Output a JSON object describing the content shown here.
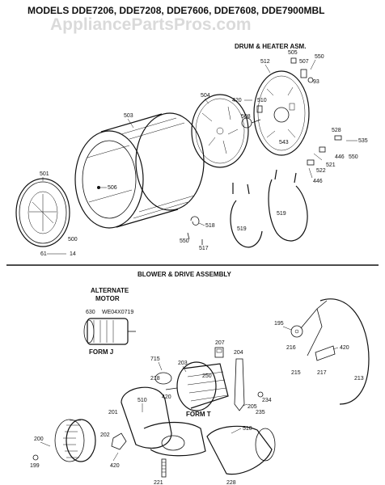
{
  "header": {
    "models_title": "MODELS DDE7206, DDE7208, DDE7606, DDE7608, DDE7900MBL",
    "watermark": "AppliancePartsPros.com",
    "section1_title": "DRUM & HEATER ASM.",
    "section2_title": "BLOWER & DRIVE ASSEMBLY"
  },
  "alt_motor": {
    "title_line1": "ALTERNATE",
    "title_line2": "MOTOR",
    "part_630": "630",
    "part_we": "WE04X0719",
    "form_j": "FORM J"
  },
  "form_t": "FORM T",
  "part_labels": {
    "p505": "505",
    "p507": "507",
    "p550a": "550",
    "p512": "512",
    "p93": "93",
    "p420a": "420",
    "p510a": "510",
    "p503": "503",
    "p504": "504",
    "p508": "508",
    "p543": "543",
    "p528": "528",
    "p535": "535",
    "p446a": "446",
    "p550b": "550",
    "p521": "521",
    "p522": "522",
    "p446b": "446",
    "p501": "501",
    "p506": "506",
    "p518": "518",
    "p519a": "519",
    "p519b": "519",
    "p550c": "550",
    "p517": "517",
    "p500": "500",
    "p61": "61",
    "p14": "14",
    "p195": "195",
    "p216": "216",
    "p420b": "420",
    "p215": "215",
    "p217": "217",
    "p213": "213",
    "p715": "715",
    "p203": "203",
    "p207": "207",
    "p204": "204",
    "p218": "218",
    "p250": "250",
    "p420c": "420",
    "p510b": "510",
    "p201": "201",
    "p205": "205",
    "p235": "235",
    "p234": "234",
    "p200": "200",
    "p202": "202",
    "p199": "199",
    "p420d": "420",
    "p510c": "510",
    "p221": "221",
    "p228": "228"
  }
}
